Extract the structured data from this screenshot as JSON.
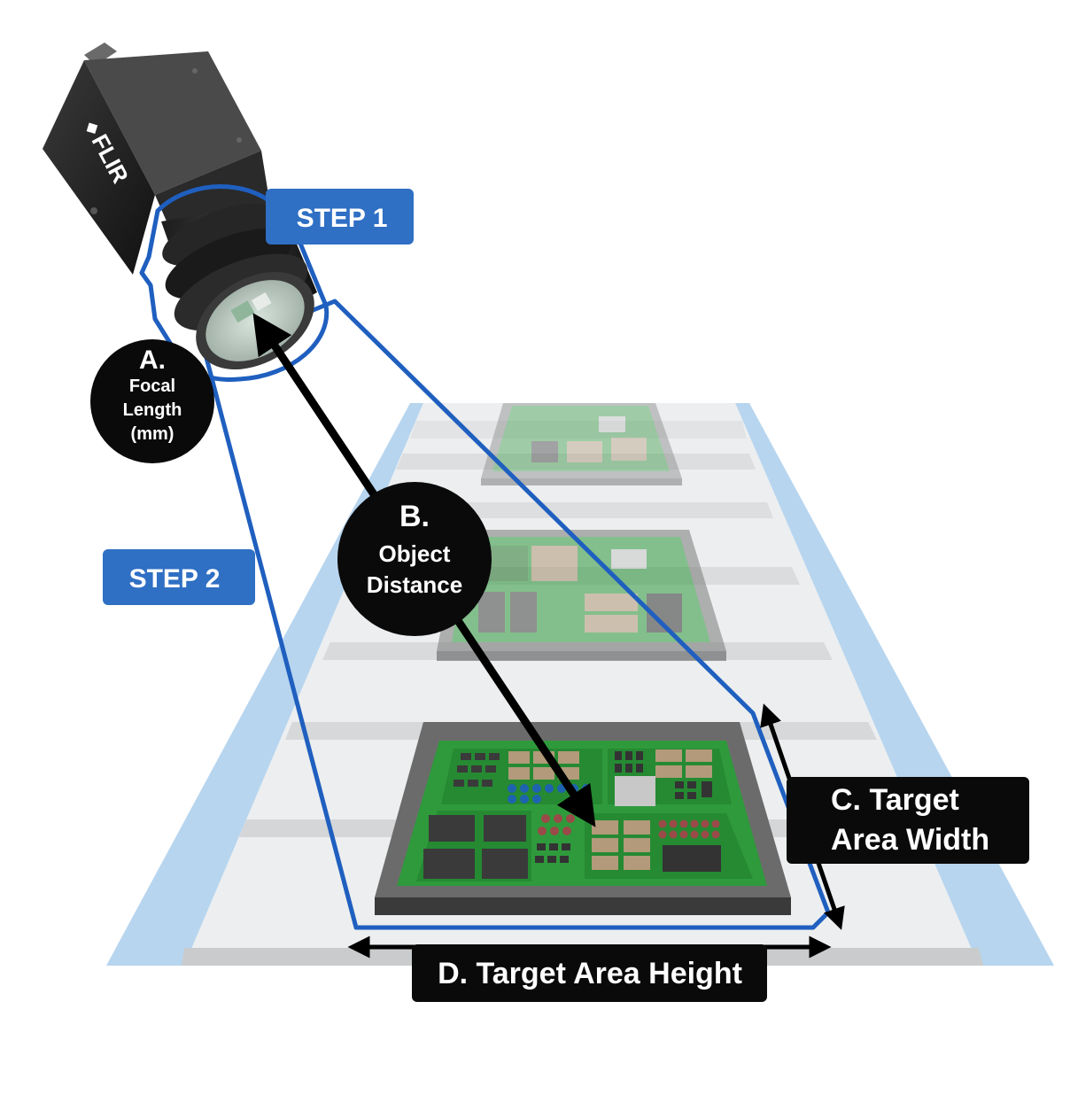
{
  "camera": {
    "brand_logo": "FLIR"
  },
  "steps": {
    "step1": "STEP 1",
    "step2": "STEP 2"
  },
  "labels": {
    "a": {
      "letter": "A.",
      "line1": "Focal",
      "line2": "Length",
      "line3": "(mm)"
    },
    "b": {
      "letter": "B.",
      "line1": "Object",
      "line2": "Distance"
    },
    "c": {
      "line1": "C. Target",
      "line2": "Area Width"
    },
    "d": {
      "line1": "D. Target Area Height"
    }
  },
  "colors": {
    "step_blue": "#2f6fc4",
    "outline_blue": "#1f5fbf",
    "rail_blue": "#b7d5ef",
    "belt_gray": "#e4e6e7",
    "board_green": "#2f9a3c",
    "label_black": "#0a0a0a"
  }
}
